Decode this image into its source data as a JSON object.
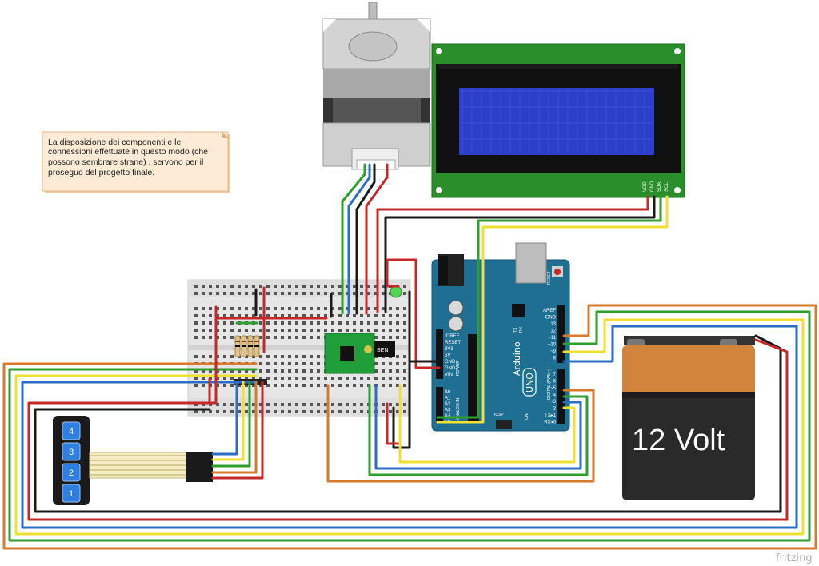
{
  "note": {
    "lines": [
      "La disposizione dei componenti e le",
      "connessioni effettuate in questo modo (che",
      "possono sembrare strane) , servono per il",
      "proseguo del progetto finale."
    ]
  },
  "battery": {
    "label": "12 Volt"
  },
  "brand": {
    "label": "fritzing"
  },
  "keypad": {
    "keys": [
      "4",
      "3",
      "2",
      "1"
    ]
  },
  "lcd": {
    "pins": [
      "VDD",
      "GND",
      "SDA",
      "SCL"
    ]
  },
  "arduino": {
    "name": "Arduino",
    "model": "UNO",
    "power_pins": [
      "IOREF",
      "RESET",
      "3V3",
      "5V",
      "GND",
      "GND",
      "VIN"
    ],
    "analog_pins": [
      "A0",
      "A1",
      "A2",
      "A3",
      "A4",
      "A5"
    ],
    "digital_top": [
      "AREF",
      "GND",
      "13",
      "12",
      "~11",
      "~10",
      "~9",
      "8"
    ],
    "digital_bottom": [
      "7",
      "~6",
      "~5",
      "4",
      "~3",
      "2",
      "TX▸1",
      "RX◂0"
    ],
    "icsp": "ICSP",
    "reset": "RESET",
    "tx": "TX",
    "rx": "RX",
    "on": "ON",
    "power_label": "POWER",
    "analog_label": "ANALOG IN",
    "digital_label": "DIGITAL (PWM~)"
  },
  "sensor": {
    "label": "SEN"
  },
  "colors": {
    "red": "#c62828",
    "black": "#1a1a1a",
    "green": "#2e9e2e",
    "blue": "#2b6cc4",
    "yellow": "#f2e030",
    "orange": "#d9792b"
  }
}
